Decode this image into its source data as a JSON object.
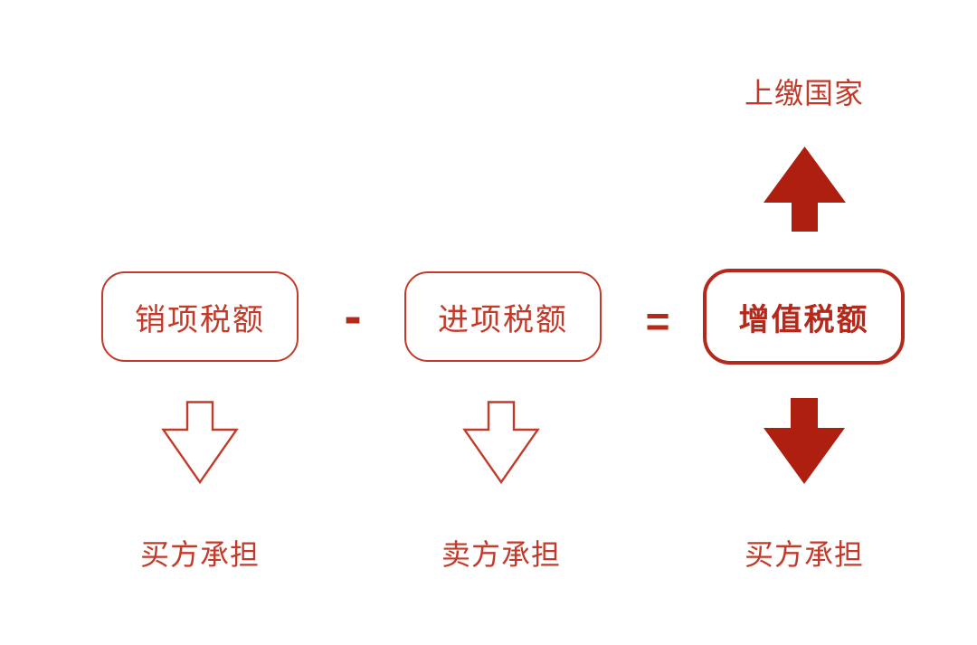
{
  "colors": {
    "outline_red": "#c23a29",
    "solid_red": "#ae1f10",
    "emphasis_red": "#b5281a",
    "background": "#ffffff"
  },
  "equation": {
    "minuend": "销项税额",
    "minus_sign": "-",
    "subtrahend": "进项税额",
    "equals_sign": "=",
    "result": "增值税额"
  },
  "annotations": {
    "result_top": "上缴国家",
    "minuend_bottom": "买方承担",
    "subtrahend_bottom": "卖方承担",
    "result_bottom": "买方承担"
  },
  "icons": {
    "result_up": "solid-up-arrow",
    "minuend_down": "hollow-down-arrow",
    "subtrahend_down": "hollow-down-arrow",
    "result_down": "solid-down-arrow"
  }
}
